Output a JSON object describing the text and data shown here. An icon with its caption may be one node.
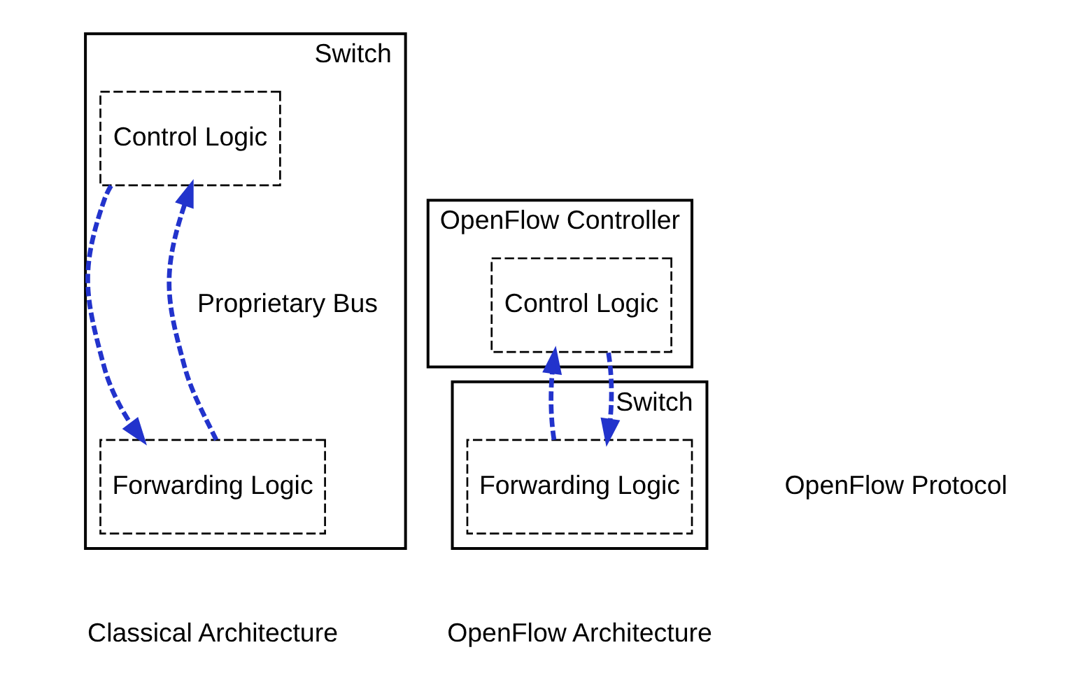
{
  "diagram": {
    "nodes": [
      {
        "text": [
          "Switch"
        ]
      },
      {
        "text": [
          "Control Logic"
        ],
        "in": 0
      },
      {
        "text": [
          "Forwarding Logic"
        ],
        "in": 0
      },
      {
        "text": [
          "OpenFlow Controller"
        ]
      },
      {
        "text": [
          "Control Logic"
        ],
        "in": 3
      },
      {
        "text": [
          "Switch"
        ]
      },
      {
        "text": [
          "Forwarding Logic"
        ],
        "in": 5
      }
    ],
    "edges": [
      {
        "from": 1,
        "to": 2,
        "arrow": "to",
        "style": "dashed",
        "color": "#2233cc"
      },
      {
        "from": 2,
        "to": 1,
        "arrow": "to",
        "style": "dashed",
        "color": "#2233cc"
      },
      {
        "from": 4,
        "to": 6,
        "arrow": "to",
        "style": "dashed",
        "color": "#2233cc"
      },
      {
        "from": 6,
        "to": 4,
        "arrow": "to",
        "style": "dashed",
        "color": "#2233cc"
      }
    ],
    "labels": [
      "Proprietary Bus",
      "OpenFlow Protocol",
      "Classical Architecture",
      "OpenFlow Architecture"
    ]
  }
}
